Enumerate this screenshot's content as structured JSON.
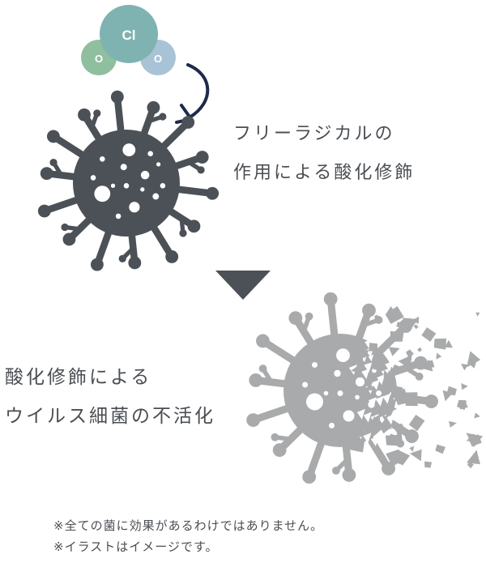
{
  "molecule": {
    "center_atom": "Cl",
    "left_atom": "O",
    "right_atom": "O",
    "colors": {
      "center": "#7fb3b2",
      "left": "#8fbf9e",
      "right": "#a9c3d6",
      "arrow": "#1e2a4a"
    }
  },
  "step1": {
    "line1": "フリーラジカルの",
    "line2": "作用による酸化修飾"
  },
  "step2": {
    "line1": "酸化修飾による",
    "line2": "ウイルス細菌の不活化"
  },
  "notes": {
    "line1": "※全ての菌に効果があるわけではありません。",
    "line2": "※イラストはイメージです。"
  },
  "colors": {
    "virus_dark": "#4b5157",
    "virus_faded": "#a9aaab",
    "triangle": "#4b5157",
    "text": "#4a4e53"
  },
  "icons": {
    "virus": "virus-icon",
    "arrow": "curved-arrow-icon",
    "triangle": "down-triangle-icon",
    "shattered_virus": "shattered-virus-icon"
  }
}
